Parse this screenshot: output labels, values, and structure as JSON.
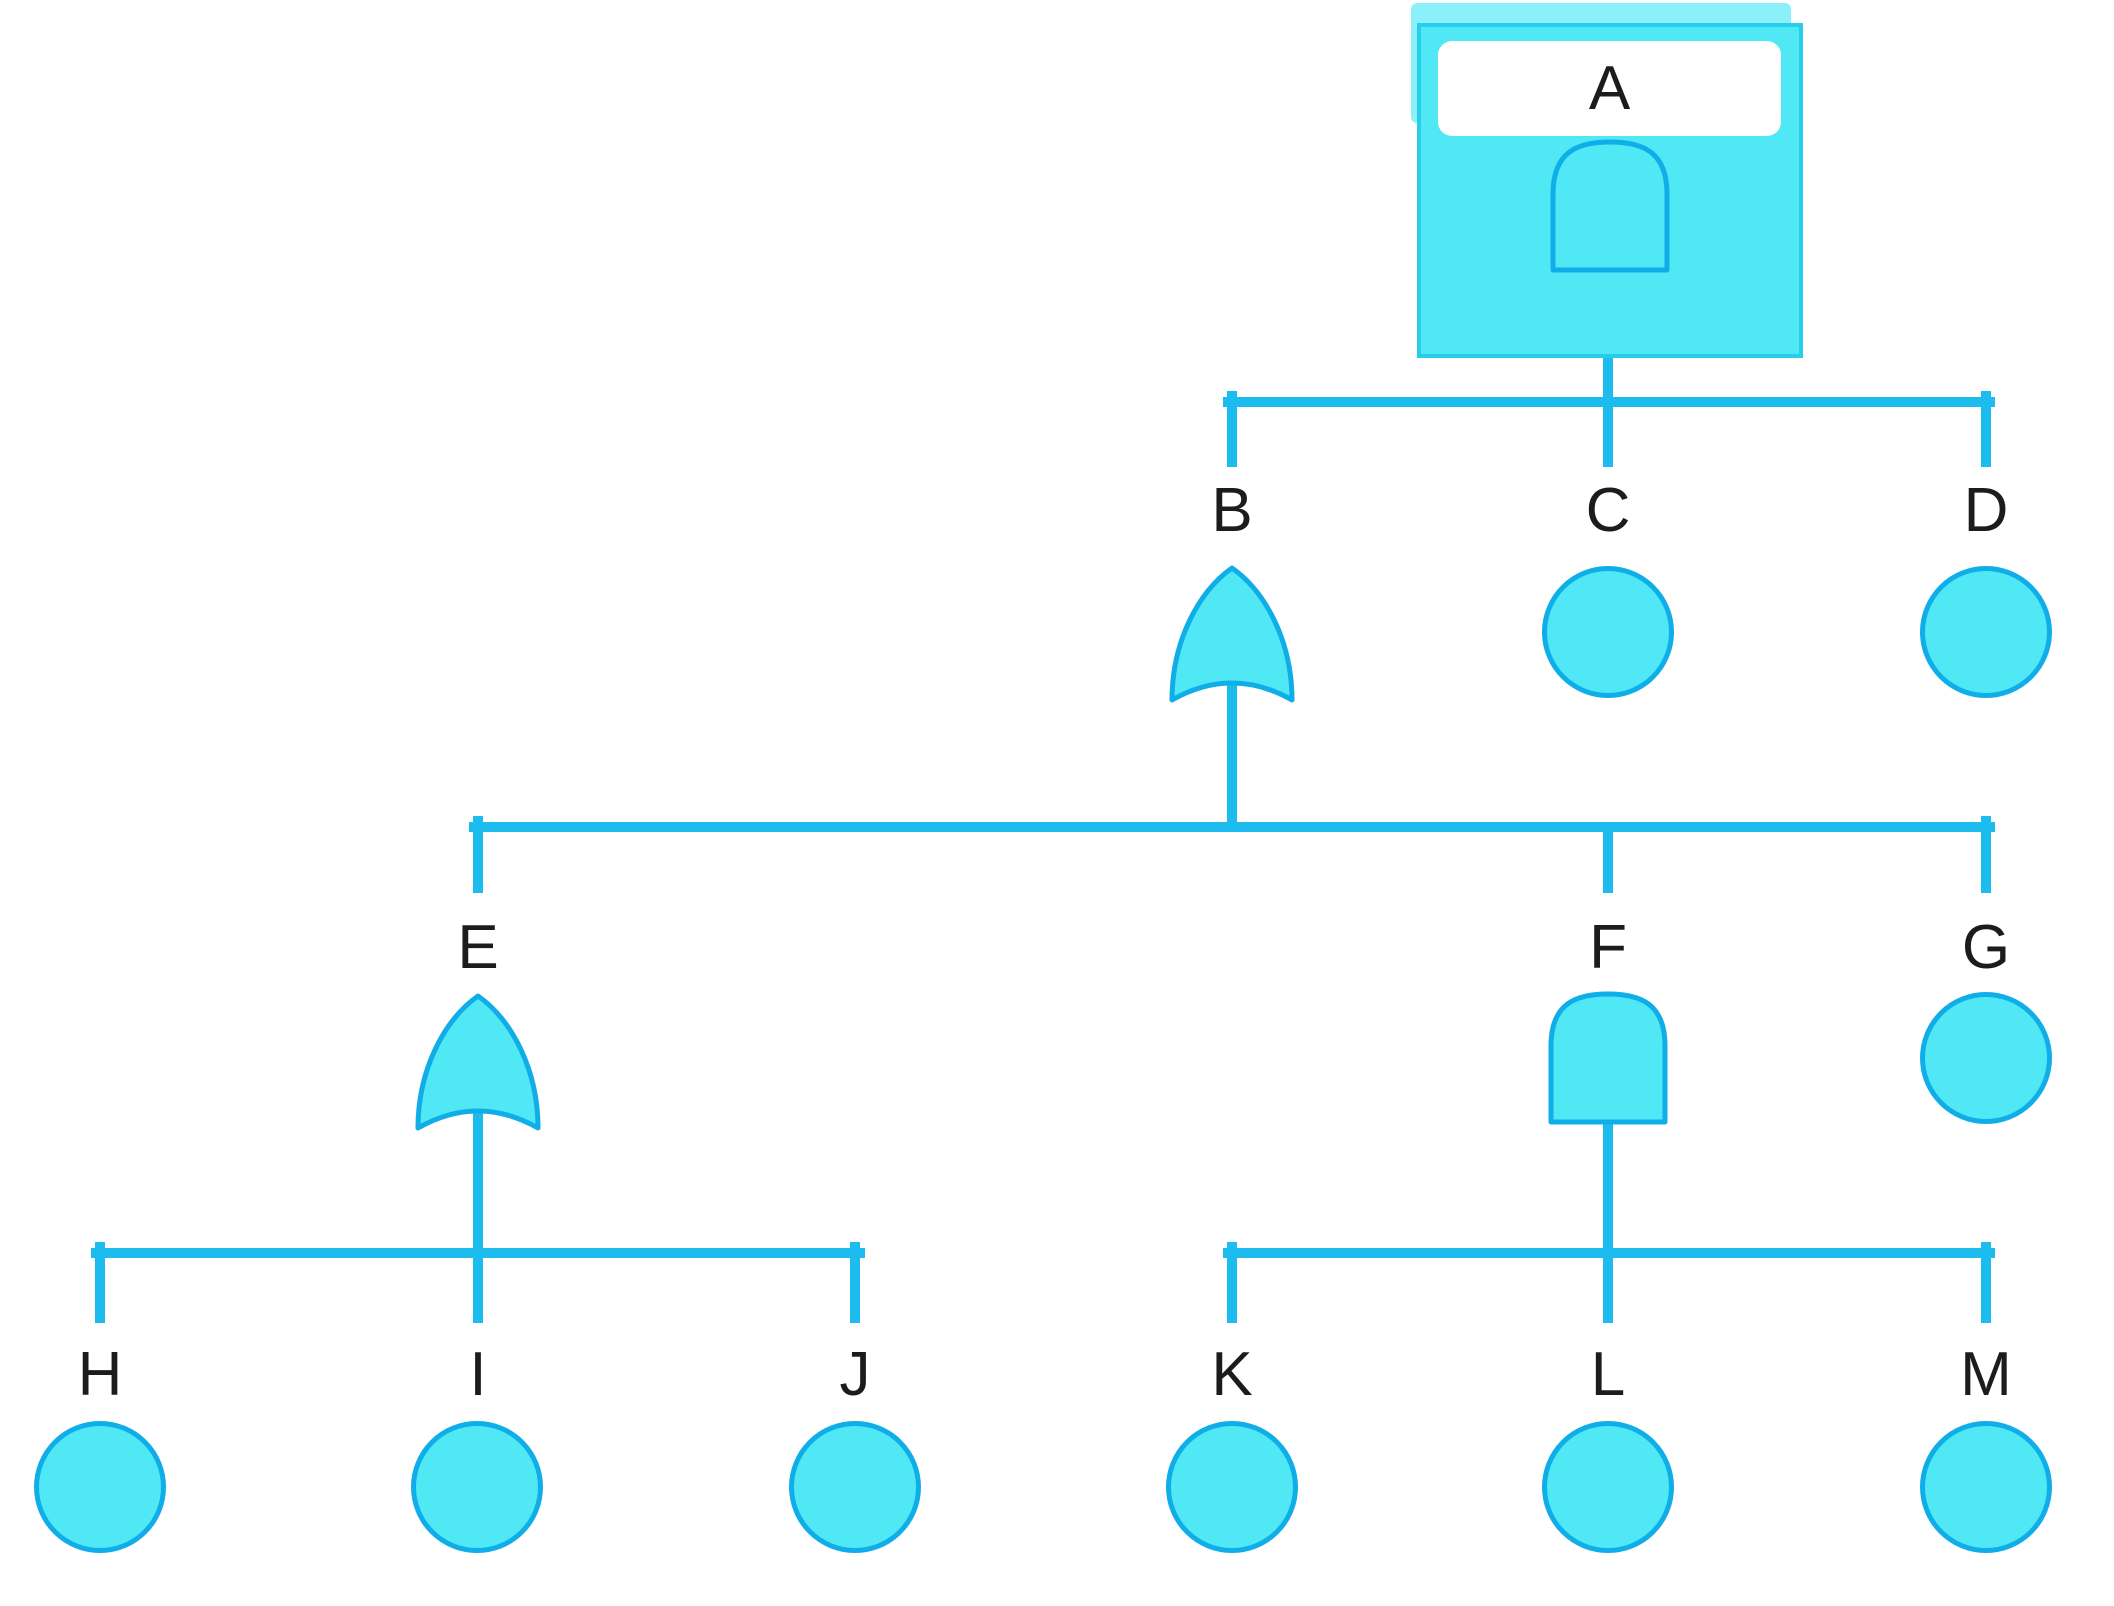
{
  "diagram": {
    "kind": "fault-tree",
    "description": "Fault tree with top event A (AND gate, selected), intermediate OR/AND gates and basic-event circles",
    "selected_node": "A"
  },
  "colors": {
    "node_fill": "#50e8f4",
    "node_stroke": "#10aee8",
    "connector": "#1cbdee",
    "selection": "#8bf0fa",
    "box_border": "#29cdec",
    "label_bg": "#ffffff",
    "text": "#1c1c1c",
    "canvas_bg": "#ffffff"
  },
  "nodes": {
    "A": {
      "label": "A",
      "type": "top-event",
      "gate": "AND",
      "selected": true,
      "children": [
        "B",
        "C",
        "D"
      ]
    },
    "B": {
      "label": "B",
      "type": "intermediate-event",
      "gate": "OR",
      "children": [
        "E",
        "F",
        "G"
      ]
    },
    "C": {
      "label": "C",
      "type": "basic-event"
    },
    "D": {
      "label": "D",
      "type": "basic-event"
    },
    "E": {
      "label": "E",
      "type": "intermediate-event",
      "gate": "OR",
      "children": [
        "H",
        "I",
        "J"
      ]
    },
    "F": {
      "label": "F",
      "type": "intermediate-event",
      "gate": "AND",
      "children": [
        "K",
        "L",
        "M"
      ]
    },
    "G": {
      "label": "G",
      "type": "basic-event"
    },
    "H": {
      "label": "H",
      "type": "basic-event"
    },
    "I": {
      "label": "I",
      "type": "basic-event"
    },
    "J": {
      "label": "J",
      "type": "basic-event"
    },
    "K": {
      "label": "K",
      "type": "basic-event"
    },
    "L": {
      "label": "L",
      "type": "basic-event"
    },
    "M": {
      "label": "M",
      "type": "basic-event"
    }
  },
  "edges": [
    {
      "from": "A",
      "to": "B"
    },
    {
      "from": "A",
      "to": "C"
    },
    {
      "from": "A",
      "to": "D"
    },
    {
      "from": "B",
      "to": "E"
    },
    {
      "from": "B",
      "to": "F"
    },
    {
      "from": "B",
      "to": "G"
    },
    {
      "from": "E",
      "to": "H"
    },
    {
      "from": "E",
      "to": "I"
    },
    {
      "from": "E",
      "to": "J"
    },
    {
      "from": "F",
      "to": "K"
    },
    {
      "from": "F",
      "to": "L"
    },
    {
      "from": "F",
      "to": "M"
    }
  ]
}
